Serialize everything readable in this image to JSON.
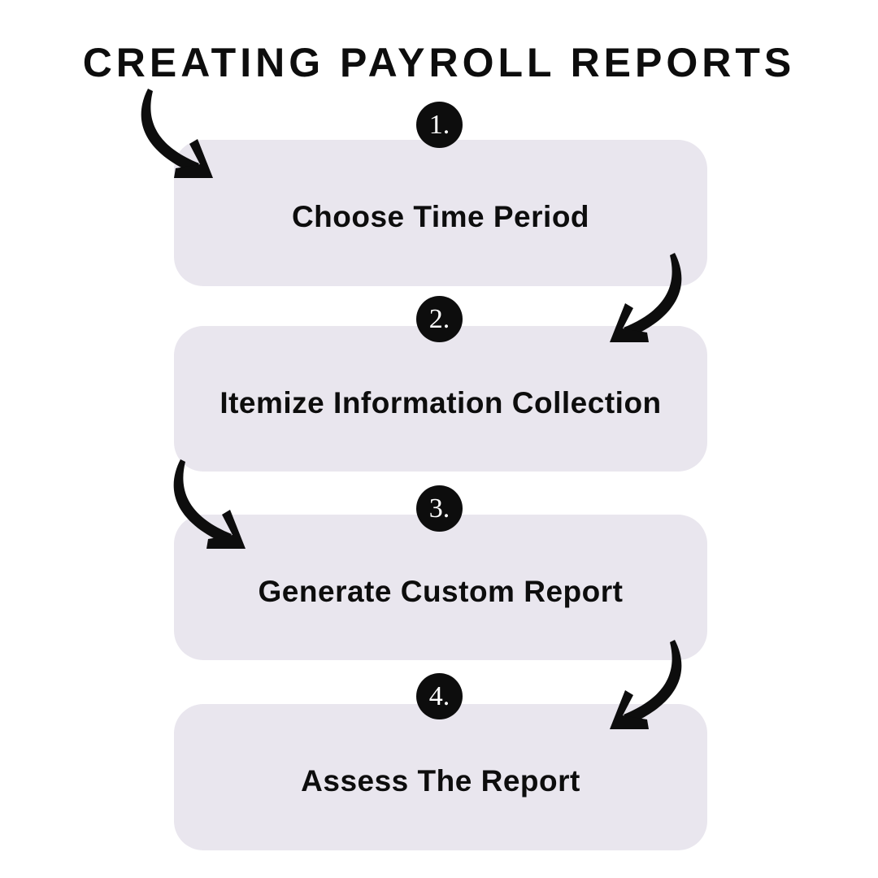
{
  "title": "CREATING PAYROLL REPORTS",
  "steps": [
    {
      "number": "1.",
      "label": "Choose Time Period"
    },
    {
      "number": "2.",
      "label": "Itemize Information Collection"
    },
    {
      "number": "3.",
      "label": "Generate Custom Report"
    },
    {
      "number": "4.",
      "label": "Assess The Report"
    }
  ],
  "icons": {
    "arrow_1": "brush-arrow-down-right",
    "arrow_2": "brush-arrow-down-left",
    "arrow_3": "brush-arrow-down-right",
    "arrow_4": "brush-arrow-down-left"
  },
  "colors": {
    "background": "#ffffff",
    "card": "#e9e6ee",
    "ink": "#0d0d0d",
    "badge_text": "#ffffff"
  }
}
